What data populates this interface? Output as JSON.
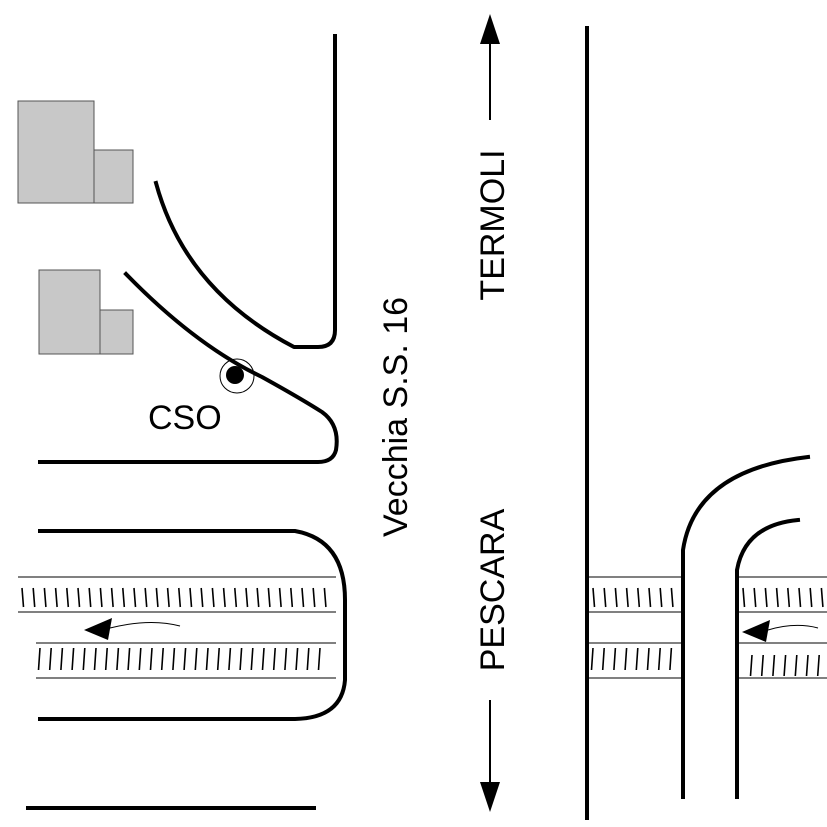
{
  "labels": {
    "road": "Vecchia S.S. 16",
    "north_destination": "TERMOLI",
    "south_destination": "PESCARA",
    "station": "CSO"
  },
  "colors": {
    "line": "#000000",
    "building_fill": "#c8c8c8",
    "building_stroke": "#555555",
    "background": "#ffffff"
  },
  "icons": {
    "north_arrow": "arrow-up-icon",
    "south_arrow": "arrow-down-icon",
    "flow_arrow": "arrow-left-icon",
    "station_marker": "station-dot-icon"
  }
}
